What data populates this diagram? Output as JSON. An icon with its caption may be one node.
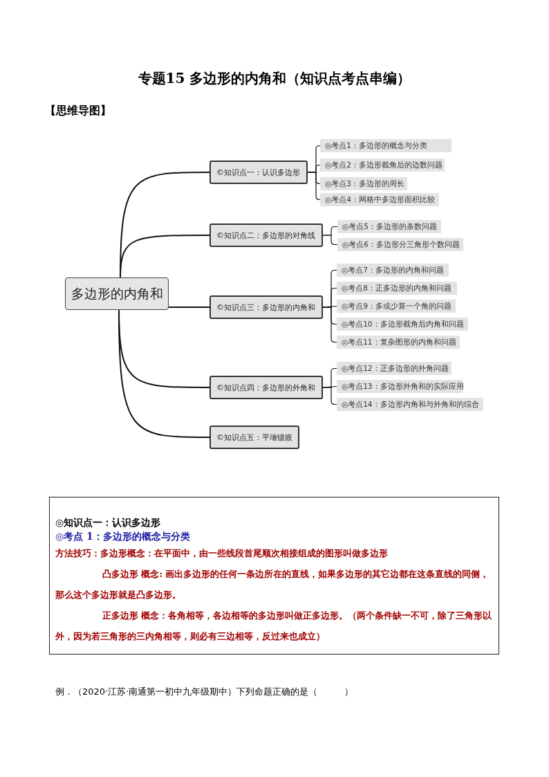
{
  "diagram": {
    "title": "专题15 多边形的内角和（知识点考点串编）",
    "nodes": [
      {
        "text": [
          "多边形的内角和"
        ]
      },
      {
        "text": [
          "©知识点一：认识多边形"
        ]
      },
      {
        "text": [
          "◎考点1：多边形的概念与分类"
        ]
      },
      {
        "text": [
          "◎考点2：多边形截角后的边数问题"
        ]
      },
      {
        "text": [
          "◎考点3：多边形的周长"
        ]
      },
      {
        "text": [
          "◎考点4：网格中多边形面积比较"
        ]
      },
      {
        "text": [
          "©知识点二：多边形的对角线"
        ]
      },
      {
        "text": [
          "◎考点5：多边形的条数问题"
        ]
      },
      {
        "text": [
          "◎考点6：多边形分三角形个数问题"
        ]
      },
      {
        "text": [
          "©知识点三：多边形的内角和"
        ]
      },
      {
        "text": [
          "◎考点7：多边形的内角和问题"
        ]
      },
      {
        "text": [
          "◎考点8：正多边形的内角和问题"
        ]
      },
      {
        "text": [
          "◎考点9：多或少算一个角的问题"
        ]
      },
      {
        "text": [
          "◎考点10：多边形截角后内角和问题"
        ]
      },
      {
        "text": [
          "◎考点11：复杂图形的内角和问题"
        ]
      },
      {
        "text": [
          "©知识点四：多边形的外角和"
        ]
      },
      {
        "text": [
          "◎考点12：正多边形的外角问题"
        ]
      },
      {
        "text": [
          "◎考点13：多边形外角和的实际应用"
        ]
      },
      {
        "text": [
          "◎考点14：多边形内角和与外角和的综合"
        ]
      },
      {
        "text": [
          "©知识点五：平壤镶嵌"
        ]
      },
      {
        "text": [
          "◎知识点一：认识多边形",
          "◎考点 1：多边形的概念与分类",
          "方法技巧：多边形概念：在平面中，由一些线段首尾顺次相接组成的图形叫做多边形",
          "凸多边形 概念: 画出多边形的任何一条边所在的直线，如果多边形的其它边都在这条直线的同侧，那么这个多边形就是凸多边形。",
          "正多边形 概念：各角相等，各边相等的多边形叫做正多边形。（两个条件缺一不可，除了三角形以外，因为若三角形的三内角相等，则必有三边相等，反过来也成立）"
        ]
      }
    ],
    "edges": [
      {
        "from": 0,
        "to": 1,
        "arrow": "none"
      },
      {
        "from": 0,
        "to": 6,
        "arrow": "none"
      },
      {
        "from": 0,
        "to": 9,
        "arrow": "none"
      },
      {
        "from": 0,
        "to": 15,
        "arrow": "none"
      },
      {
        "from": 0,
        "to": 19,
        "arrow": "none"
      },
      {
        "from": 1,
        "to": 2,
        "arrow": "none"
      },
      {
        "from": 1,
        "to": 3,
        "arrow": "none"
      },
      {
        "from": 1,
        "to": 4,
        "arrow": "none"
      },
      {
        "from": 1,
        "to": 5,
        "arrow": "none"
      },
      {
        "from": 6,
        "to": 7,
        "arrow": "none"
      },
      {
        "from": 6,
        "to": 8,
        "arrow": "none"
      },
      {
        "from": 9,
        "to": 10,
        "arrow": "none"
      },
      {
        "from": 9,
        "to": 11,
        "arrow": "none"
      },
      {
        "from": 9,
        "to": 12,
        "arrow": "none"
      },
      {
        "from": 9,
        "to": 13,
        "arrow": "none"
      },
      {
        "from": 9,
        "to": 14,
        "arrow": "none"
      },
      {
        "from": 15,
        "to": 16,
        "arrow": "none"
      },
      {
        "from": 15,
        "to": 17,
        "arrow": "none"
      },
      {
        "from": 15,
        "to": 18,
        "arrow": "none"
      }
    ],
    "labels": [
      "【思维导图】",
      "例．（2020·江苏·南通第一初中九年级期中）下列命题正确的是（　　　）"
    ]
  }
}
